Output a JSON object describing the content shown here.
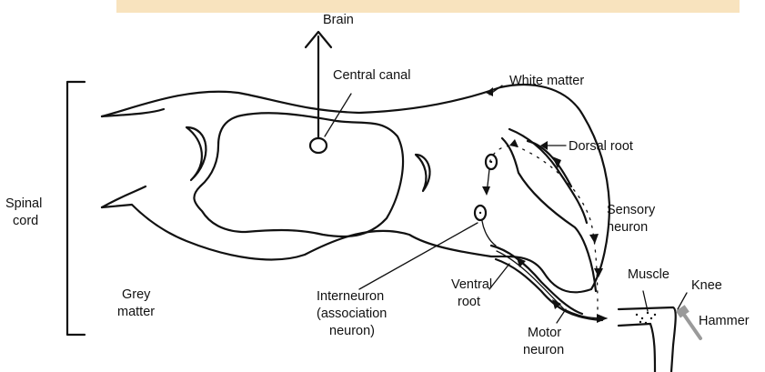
{
  "labels": {
    "brain": "Brain",
    "central_canal": "Central canal",
    "white_matter": "White matter",
    "dorsal_root": "Dorsal root",
    "sensory_neuron_1": "Sensory",
    "sensory_neuron_2": "neuron",
    "spinal_cord_1": "Spinal",
    "spinal_cord_2": "cord",
    "grey_matter_1": "Grey",
    "grey_matter_2": "matter",
    "interneuron_1": "Interneuron",
    "interneuron_2": "(association",
    "interneuron_3": "neuron)",
    "ventral_root_1": "Ventral",
    "ventral_root_2": "root",
    "motor_neuron_1": "Motor",
    "motor_neuron_2": "neuron",
    "muscle": "Muscle",
    "knee": "Knee",
    "hammer": "Hammer"
  },
  "colors": {
    "ink": "#111111",
    "banner": "#f5d9a8",
    "hammer": "#9a9a9a"
  }
}
